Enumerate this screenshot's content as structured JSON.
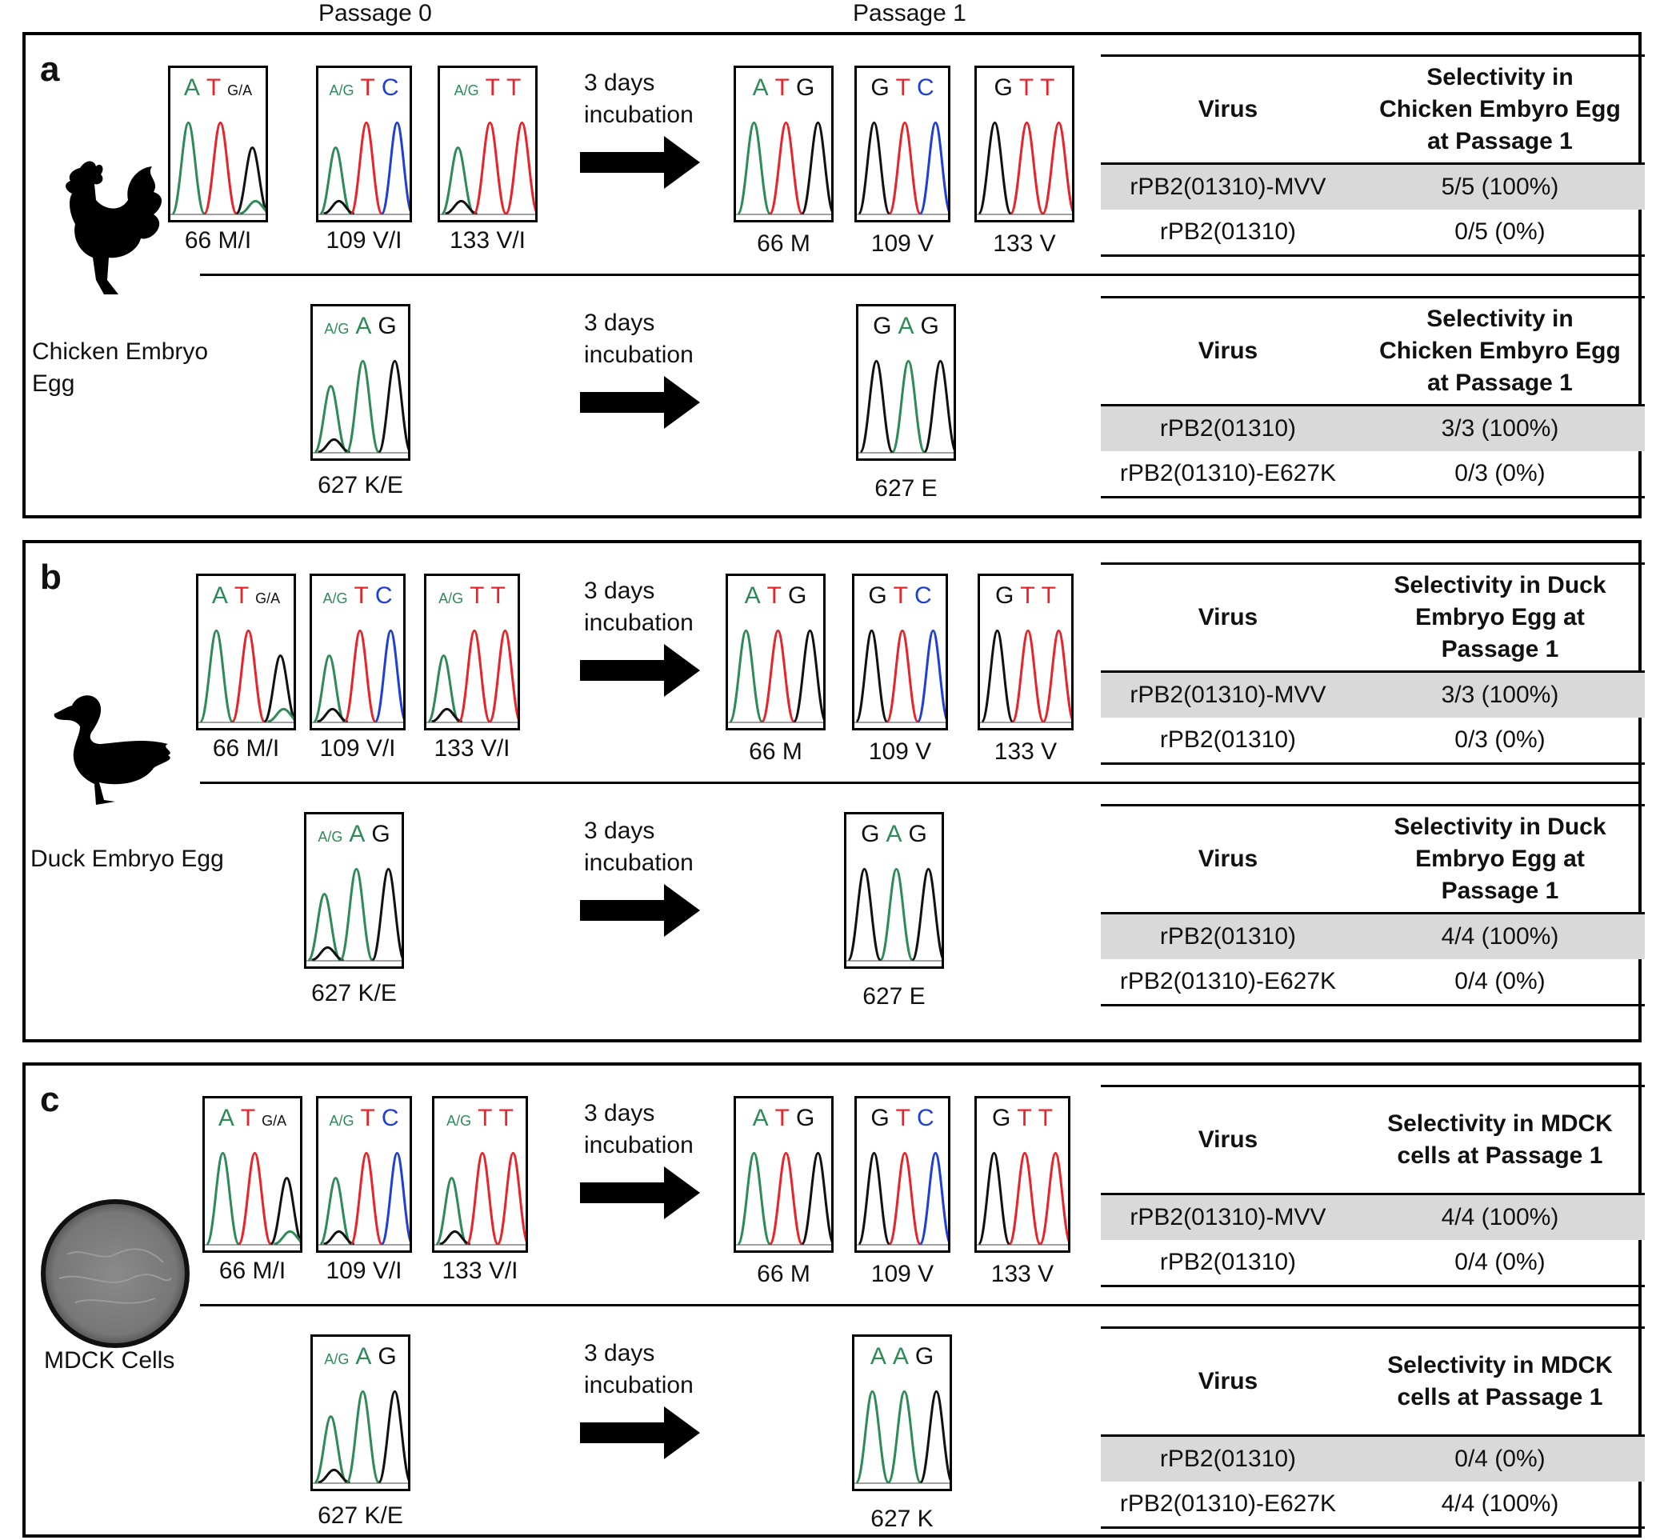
{
  "headers": {
    "passage0": "Passage 0",
    "passage1": "Passage 1"
  },
  "incubation": {
    "line1": "3 days",
    "line2": "incubation"
  },
  "colors": {
    "A": "#2e8b57",
    "T": "#e8232a",
    "C": "#1f3fd6",
    "G": "#111111",
    "shade": "#d9d9d9"
  },
  "panels": [
    {
      "letter": "a",
      "host": "Chicken Embryo Egg",
      "icon": "rooster-icon",
      "top_row": {
        "p0": [
          {
            "bases": [
              "A",
              "T",
              "G/A"
            ],
            "label": "66 M/I"
          },
          {
            "bases": [
              "A/G",
              "T",
              "C"
            ],
            "label": "109 V/I"
          },
          {
            "bases": [
              "A/G",
              "T",
              "T"
            ],
            "label": "133 V/I"
          }
        ],
        "p1": [
          {
            "bases": [
              "A",
              "T",
              "G"
            ],
            "label": "66 M"
          },
          {
            "bases": [
              "G",
              "T",
              "C"
            ],
            "label": "109 V"
          },
          {
            "bases": [
              "G",
              "T",
              "T"
            ],
            "label": "133 V"
          }
        ],
        "table": {
          "col1": "Virus",
          "col2": "Selectivity in Chicken Embyro Egg at Passage 1",
          "rows": [
            [
              "rPB2(01310)-MVV",
              "5/5 (100%)"
            ],
            [
              "rPB2(01310)",
              "0/5 (0%)"
            ]
          ]
        }
      },
      "bottom_row": {
        "p0": {
          "bases": [
            "A/G",
            "A",
            "G"
          ],
          "label": "627 K/E"
        },
        "p1": {
          "bases": [
            "G",
            "A",
            "G"
          ],
          "label": "627 E"
        },
        "table": {
          "col1": "Virus",
          "col2": "Selectivity in Chicken Embyro Egg at Passage 1",
          "rows": [
            [
              "rPB2(01310)",
              "3/3 (100%)"
            ],
            [
              "rPB2(01310)-E627K",
              "0/3 (0%)"
            ]
          ]
        }
      }
    },
    {
      "letter": "b",
      "host": "Duck Embryo Egg",
      "icon": "duck-icon",
      "top_row": {
        "p0": [
          {
            "bases": [
              "A",
              "T",
              "G/A"
            ],
            "label": "66 M/I"
          },
          {
            "bases": [
              "A/G",
              "T",
              "C"
            ],
            "label": "109 V/I"
          },
          {
            "bases": [
              "A/G",
              "T",
              "T"
            ],
            "label": "133 V/I"
          }
        ],
        "p1": [
          {
            "bases": [
              "A",
              "T",
              "G"
            ],
            "label": "66 M"
          },
          {
            "bases": [
              "G",
              "T",
              "C"
            ],
            "label": "109 V"
          },
          {
            "bases": [
              "G",
              "T",
              "T"
            ],
            "label": "133 V"
          }
        ],
        "table": {
          "col1": "Virus",
          "col2": "Selectivity in Duck Embryo Egg at Passage 1",
          "rows": [
            [
              "rPB2(01310)-MVV",
              "3/3 (100%)"
            ],
            [
              "rPB2(01310)",
              "0/3 (0%)"
            ]
          ]
        }
      },
      "bottom_row": {
        "p0": {
          "bases": [
            "A/G",
            "A",
            "G"
          ],
          "label": "627 K/E"
        },
        "p1": {
          "bases": [
            "G",
            "A",
            "G"
          ],
          "label": "627 E"
        },
        "table": {
          "col1": "Virus",
          "col2": "Selectivity in Duck Embryo Egg at Passage 1",
          "rows": [
            [
              "rPB2(01310)",
              "4/4 (100%)"
            ],
            [
              "rPB2(01310)-E627K",
              "0/4 (0%)"
            ]
          ]
        }
      }
    },
    {
      "letter": "c",
      "host": "MDCK Cells",
      "icon": "petri-dish-icon",
      "top_row": {
        "p0": [
          {
            "bases": [
              "A",
              "T",
              "G/A"
            ],
            "label": "66 M/I"
          },
          {
            "bases": [
              "A/G",
              "T",
              "C"
            ],
            "label": "109 V/I"
          },
          {
            "bases": [
              "A/G",
              "T",
              "T"
            ],
            "label": "133 V/I"
          }
        ],
        "p1": [
          {
            "bases": [
              "A",
              "T",
              "G"
            ],
            "label": "66 M"
          },
          {
            "bases": [
              "G",
              "T",
              "C"
            ],
            "label": "109 V"
          },
          {
            "bases": [
              "G",
              "T",
              "T"
            ],
            "label": "133 V"
          }
        ],
        "table": {
          "col1": "Virus",
          "col2": "Selectivity in MDCK cells at Passage 1",
          "rows": [
            [
              "rPB2(01310)-MVV",
              "4/4 (100%)"
            ],
            [
              "rPB2(01310)",
              "0/4 (0%)"
            ]
          ]
        }
      },
      "bottom_row": {
        "p0": {
          "bases": [
            "A/G",
            "A",
            "G"
          ],
          "label": "627 K/E"
        },
        "p1": {
          "bases": [
            "A",
            "A",
            "G"
          ],
          "label": "627 K"
        },
        "table": {
          "col1": "Virus",
          "col2": "Selectivity in MDCK cells at Passage 1",
          "rows": [
            [
              "rPB2(01310)",
              "0/4 (0%)"
            ],
            [
              "rPB2(01310)-E627K",
              "4/4 (100%)"
            ]
          ]
        }
      }
    }
  ]
}
